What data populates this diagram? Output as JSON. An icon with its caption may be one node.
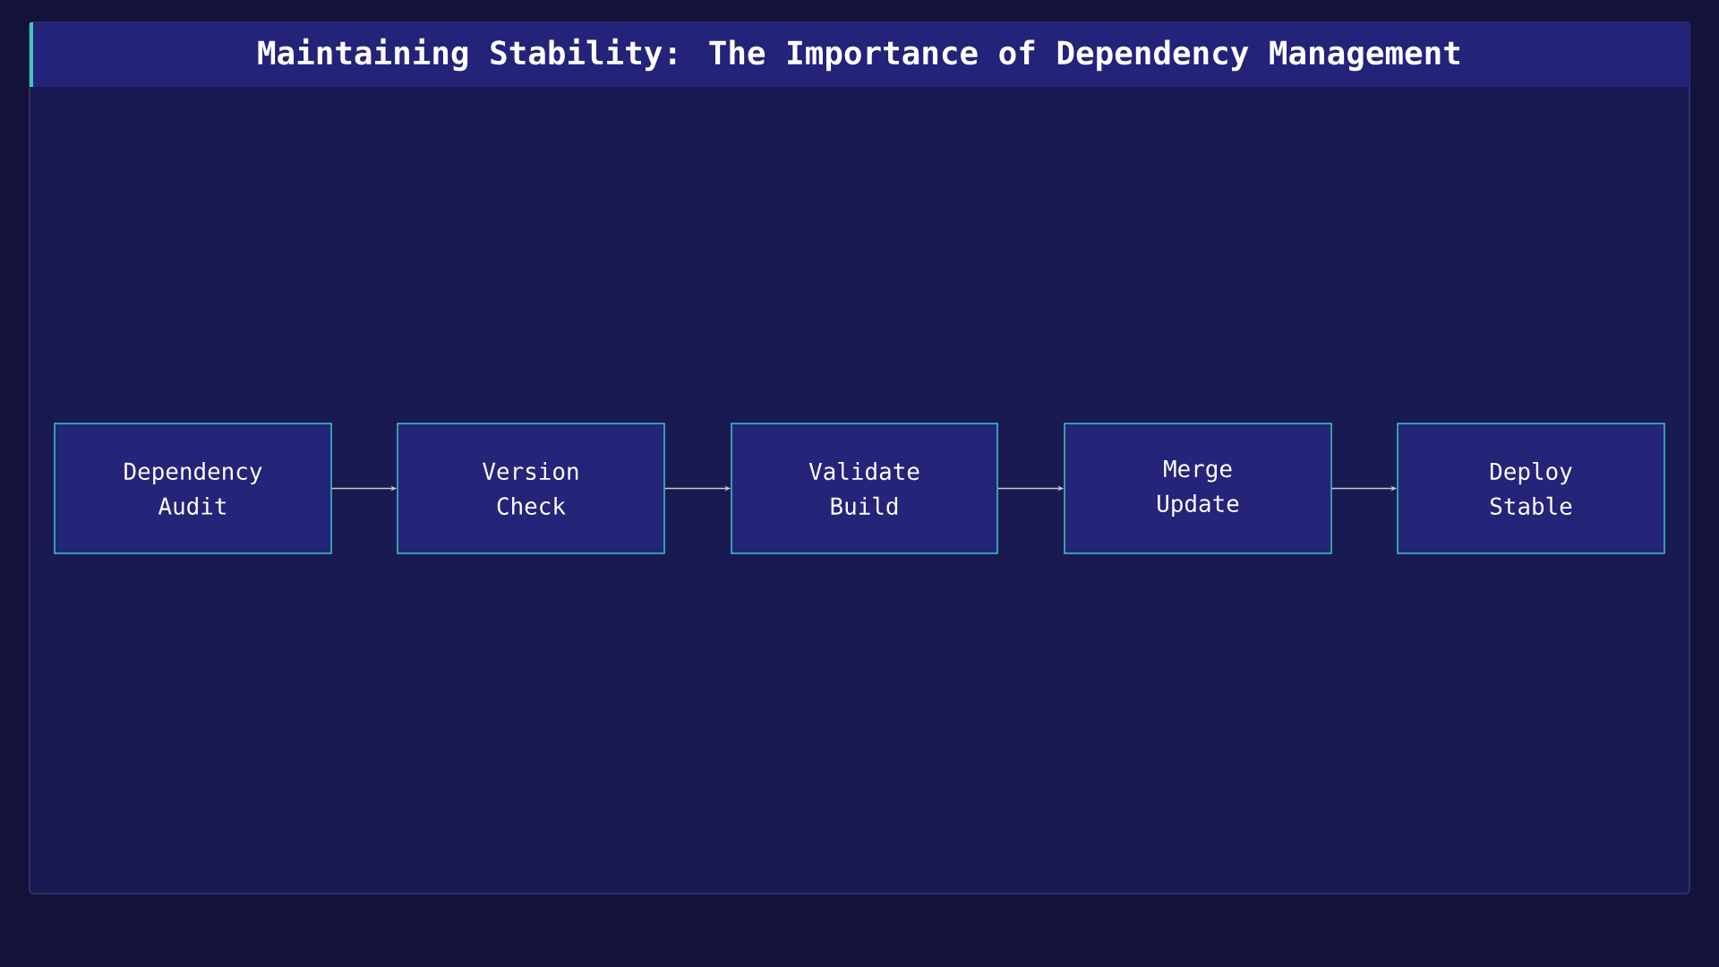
{
  "diagram": {
    "title": "Maintaining Stability: The Importance of Dependency Management",
    "nodes": [
      {
        "text": [
          "Dependency Audit"
        ]
      },
      {
        "text": [
          "Version Check"
        ]
      },
      {
        "text": [
          "Validate Build"
        ]
      },
      {
        "text": [
          "Merge Update"
        ]
      },
      {
        "text": [
          "Deploy Stable"
        ]
      }
    ],
    "edges": [
      {
        "from": 0,
        "to": 1,
        "arrow": "to"
      },
      {
        "from": 1,
        "to": 2,
        "arrow": "to"
      },
      {
        "from": 2,
        "to": 3,
        "arrow": "to"
      },
      {
        "from": 3,
        "to": 4,
        "arrow": "to"
      }
    ]
  }
}
